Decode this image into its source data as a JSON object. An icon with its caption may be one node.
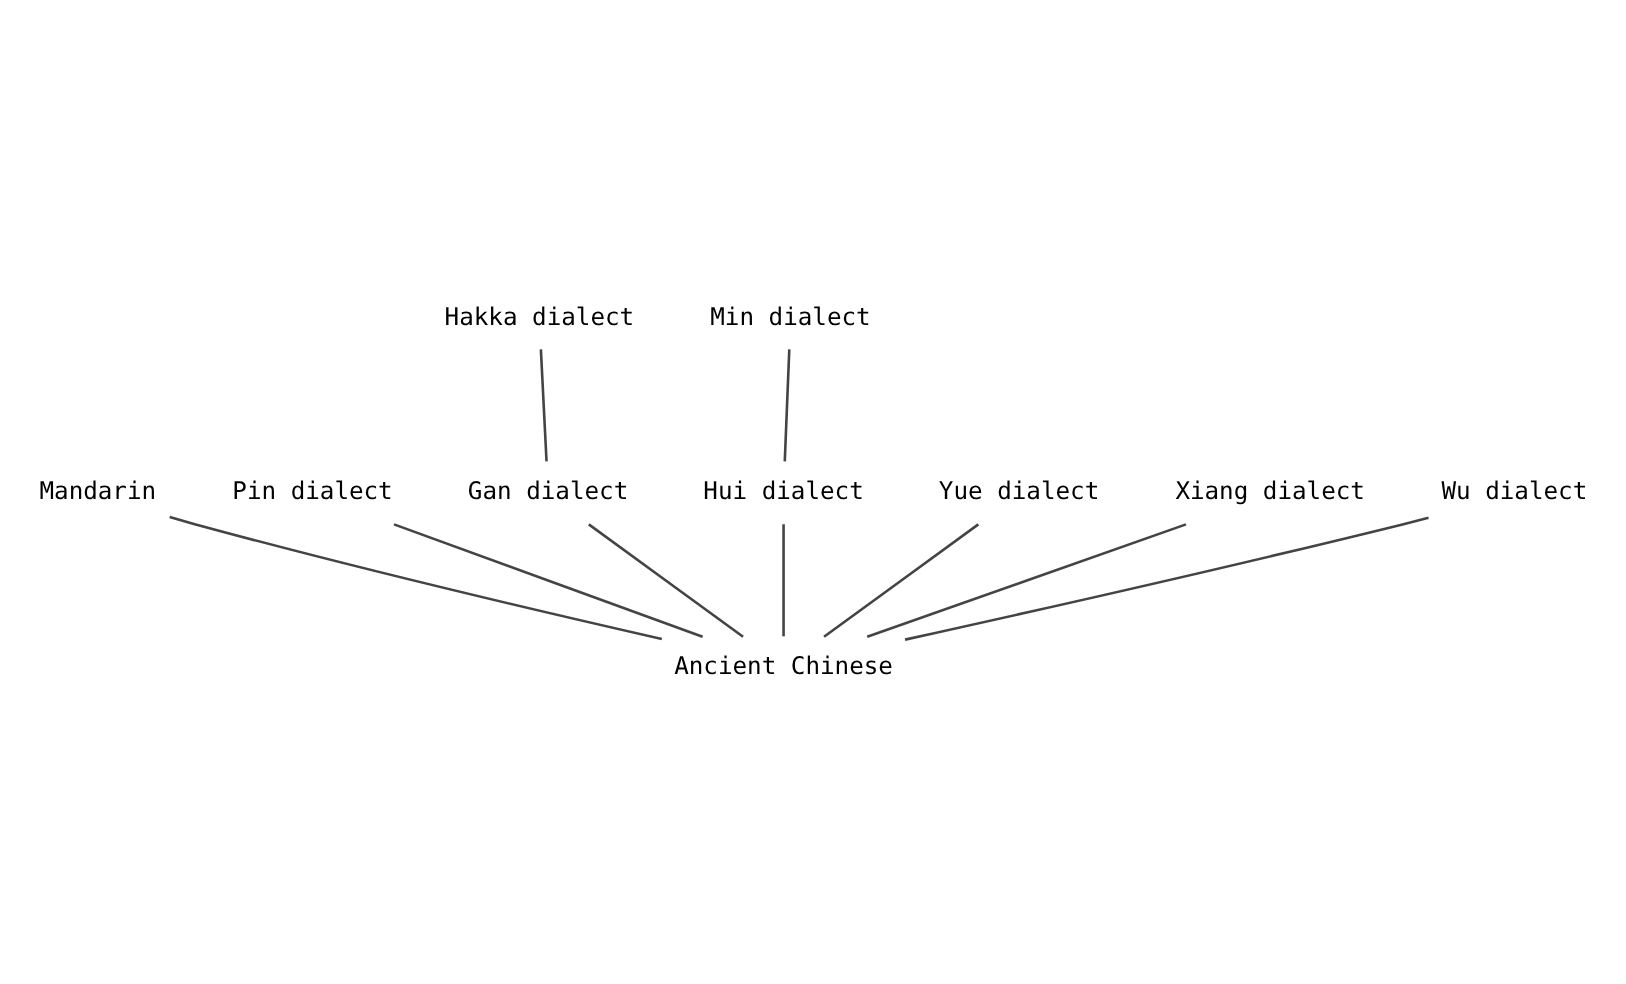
{
  "diagram": {
    "nodes": [
      {
        "text": [
          "Mandarin"
        ]
      },
      {
        "text": [
          "Pin dialect"
        ]
      },
      {
        "text": [
          "Hakka dialect"
        ]
      },
      {
        "text": [
          "Gan dialect"
        ]
      },
      {
        "text": [
          "Hui dialect"
        ]
      },
      {
        "text": [
          "Yue dialect"
        ]
      },
      {
        "text": [
          "Xiang dialect"
        ]
      },
      {
        "text": [
          "Min dialect"
        ]
      },
      {
        "text": [
          "Wu dialect"
        ]
      },
      {
        "text": [
          "Ancient Chinese"
        ]
      }
    ],
    "edges": [
      {
        "from": 9,
        "to": 0,
        "arrow": "none"
      },
      {
        "from": 9,
        "to": 1,
        "arrow": "none"
      },
      {
        "from": 9,
        "to": 3,
        "arrow": "none"
      },
      {
        "from": 3,
        "to": 2,
        "arrow": "none"
      },
      {
        "from": 9,
        "to": 5,
        "arrow": "none"
      },
      {
        "from": 9,
        "to": 6,
        "arrow": "none"
      },
      {
        "from": 9,
        "to": 4,
        "arrow": "none"
      },
      {
        "from": 4,
        "to": 7,
        "arrow": "none"
      },
      {
        "from": 9,
        "to": 8,
        "arrow": "none"
      }
    ]
  }
}
